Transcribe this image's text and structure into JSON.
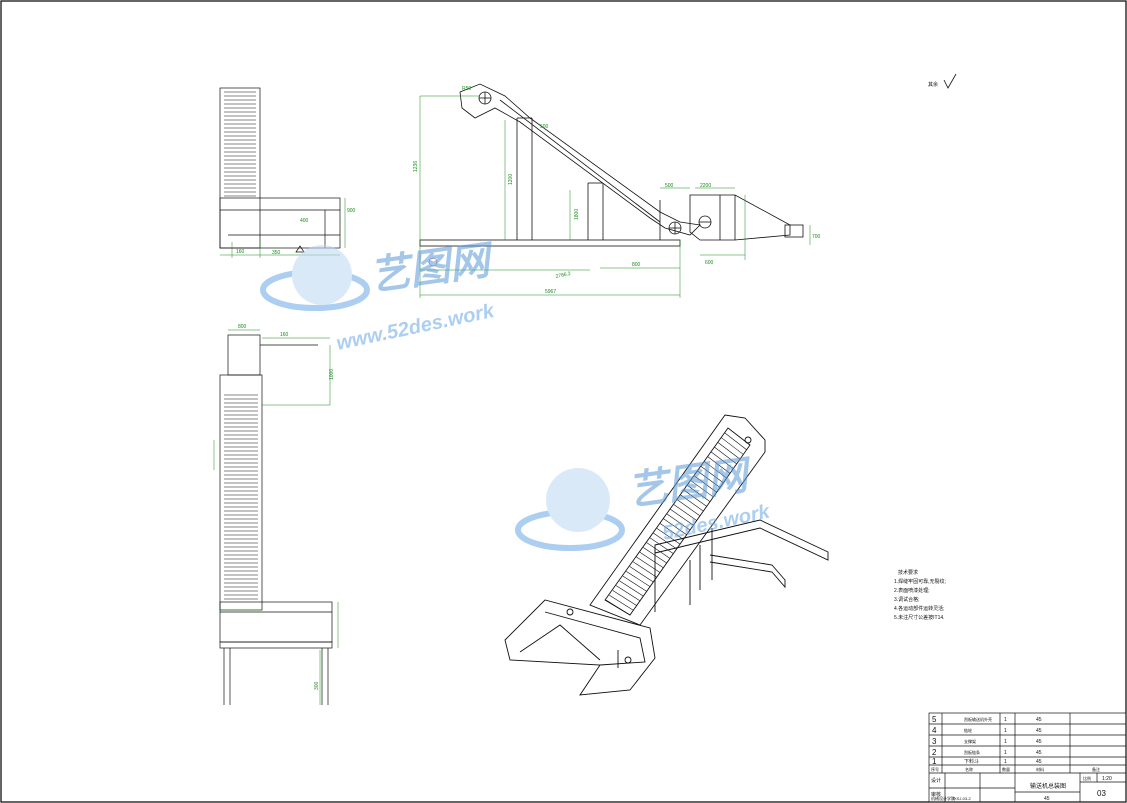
{
  "sheet": {
    "border_color": "#000000",
    "line_color": "#111111",
    "dim_color": "#1a8a1a"
  },
  "roughness": {
    "label": "其余"
  },
  "watermarks": [
    {
      "cn": "艺图网",
      "url": "www.52des.work"
    },
    {
      "cn": "艺图网",
      "url": "52des.work"
    }
  ],
  "dims": {
    "side": [
      "1236",
      "2786.2",
      "5967",
      "1200",
      "800",
      "2200",
      "500",
      "1800",
      "R50",
      "600",
      "700",
      "500"
    ],
    "front": [
      "350",
      "900",
      "160",
      "400"
    ],
    "top": [
      "800",
      "160",
      "1000",
      "300"
    ]
  },
  "notes": {
    "title": "技术要求",
    "lines": [
      "1.焊缝牢固可靠,无裂纹;",
      "2.表面喷漆处理;",
      "3.调试合格;",
      "4.各运动部件运转灵活;",
      "5.未注尺寸公差按IT14."
    ]
  },
  "title_block": {
    "parts": [
      {
        "no": "5",
        "name": "刮板输送机外壳",
        "qty": "1",
        "material": "45"
      },
      {
        "no": "4",
        "name": "链轮",
        "qty": "1",
        "material": "45"
      },
      {
        "no": "3",
        "name": "支撑架",
        "qty": "1",
        "material": "45"
      },
      {
        "no": "2",
        "name": "刮板链条",
        "qty": "1",
        "material": "45"
      },
      {
        "no": "1",
        "name": "下料斗",
        "qty": "1",
        "material": "45"
      }
    ],
    "header": {
      "no": "序号",
      "name": "名称",
      "qty": "数量",
      "material": "材料",
      "remark": "备注"
    },
    "designer_label": "设计",
    "checker_label": "审核",
    "drawing_title": "输送机总装图",
    "material_value": "45",
    "scale_label": "比例",
    "scale_value": "1:20",
    "sheet_number": "03",
    "org": "机械设计学院",
    "code": "JXSJ-03-2"
  }
}
